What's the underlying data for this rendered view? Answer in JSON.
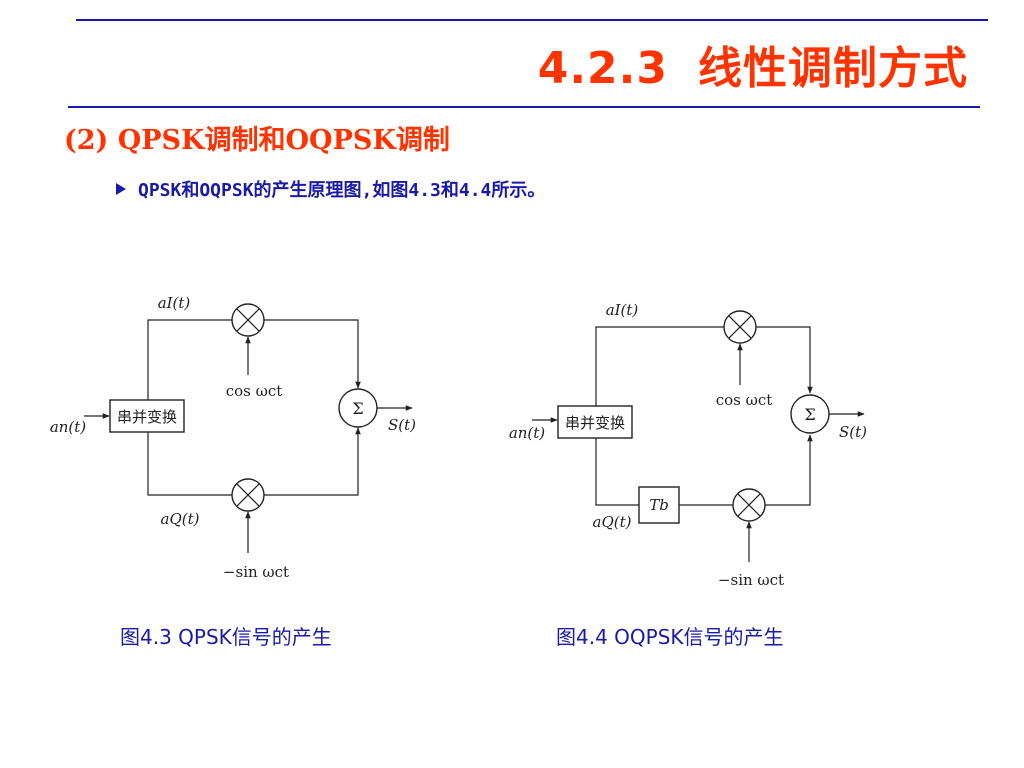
{
  "title": {
    "number": "4.2.3",
    "text": "线性调制方式"
  },
  "section_heading": "(2) QPSK调制和OQPSK调制",
  "bullet_text": "QPSK和OQPSK的产生原理图,如图4.3和4.4所示。",
  "figure_qpsk": {
    "caption": "图4.3  QPSK信号的产生",
    "serial_parallel_label": "串并变换",
    "input_label": "an(t)",
    "upper_branch_label": "aI(t)",
    "lower_branch_label": "aQ(t)",
    "carrier_upper": "cos ωct",
    "carrier_lower": "−sin ωct",
    "sum_symbol": "Σ",
    "output_label": "S(t)"
  },
  "figure_oqpsk": {
    "caption": "图4.4   OQPSK信号的产生",
    "serial_parallel_label": "串并变换",
    "input_label": "an(t)",
    "upper_branch_label": "aI(t)",
    "lower_branch_label": "aQ(t)",
    "delay_label": "Tb",
    "carrier_upper": "cos ωct",
    "carrier_lower": "−sin ωct",
    "sum_symbol": "Σ",
    "output_label": "S(t)"
  },
  "colors": {
    "title": "#ff3300",
    "accent": "#1a1aa8",
    "diagram": "#222222"
  }
}
